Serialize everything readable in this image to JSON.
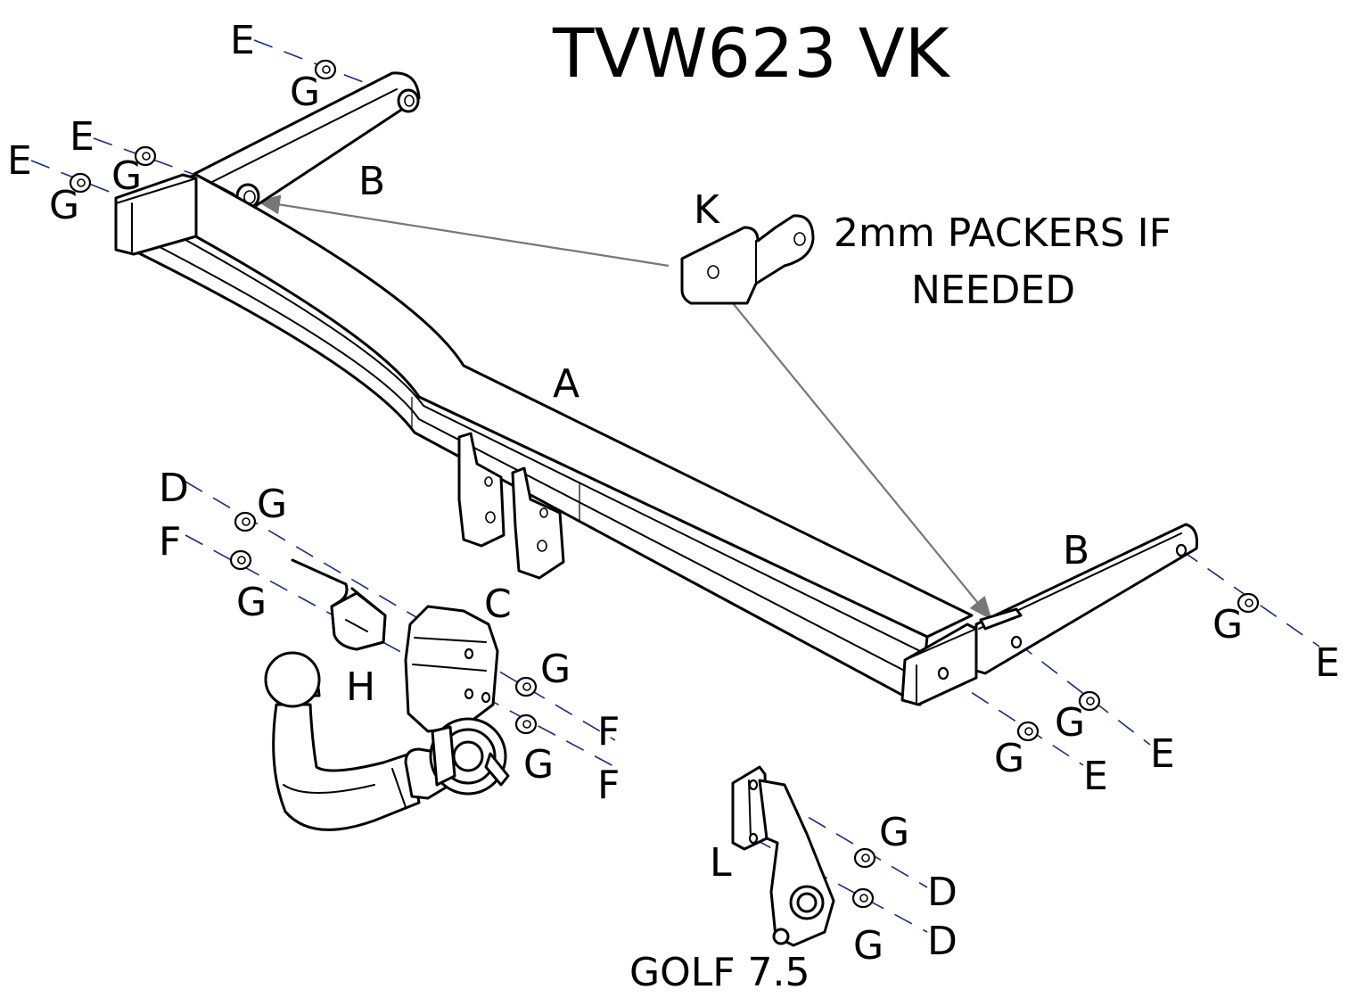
{
  "title": "TVW623 VK",
  "model": "GOLF 7.5",
  "packer_note": [
    "2mm PACKERS IF",
    "NEEDED"
  ],
  "labels": {
    "A": "A",
    "B": "B",
    "C": "C",
    "D": "D",
    "E": "E",
    "F": "F",
    "G": "G",
    "H": "H",
    "K": "K",
    "L": "L"
  },
  "colors": {
    "line": "#000000",
    "axis": "#1b2a8a",
    "arrow": "#777777",
    "background": "#ffffff"
  }
}
